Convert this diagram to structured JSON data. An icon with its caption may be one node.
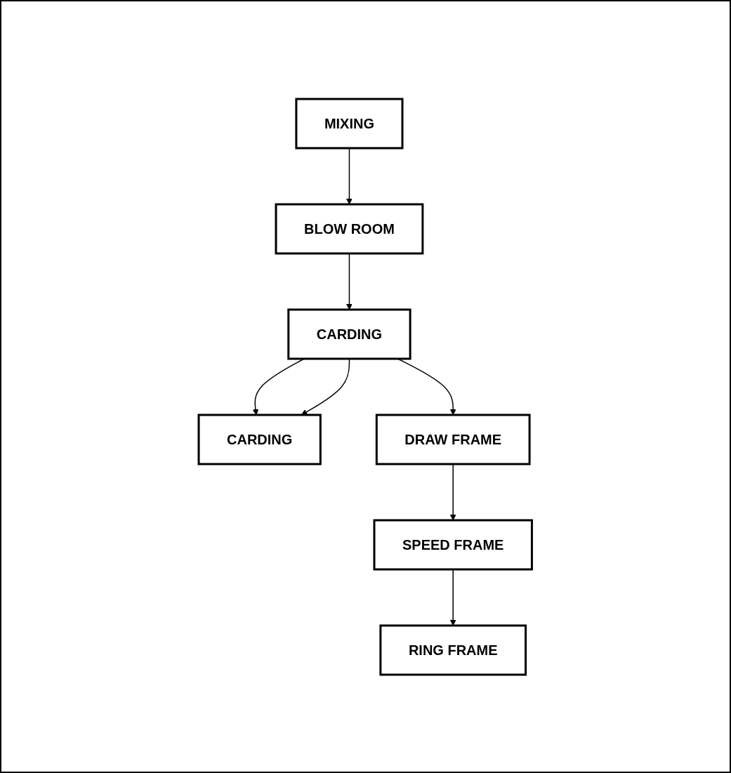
{
  "diagram": {
    "nodes": [
      {
        "text": [
          "MIXING"
        ]
      },
      {
        "text": [
          "BLOW ROOM"
        ]
      },
      {
        "text": [
          "CARDING"
        ]
      },
      {
        "text": [
          "CARDING"
        ]
      },
      {
        "text": [
          "DRAW FRAME"
        ]
      },
      {
        "text": [
          "SPEED FRAME"
        ]
      },
      {
        "text": [
          "RING FRAME"
        ]
      }
    ],
    "edges": [
      {
        "from": 0,
        "to": 1,
        "arrow": "to"
      },
      {
        "from": 1,
        "to": 2,
        "arrow": "to"
      },
      {
        "from": 2,
        "to": 4,
        "arrow": "to"
      },
      {
        "from": 2,
        "to": 3,
        "arrow": "to"
      },
      {
        "from": 2,
        "to": 3,
        "arrow": "to"
      },
      {
        "from": 4,
        "to": 5,
        "arrow": "to"
      },
      {
        "from": 5,
        "to": 6,
        "arrow": "to"
      }
    ]
  }
}
